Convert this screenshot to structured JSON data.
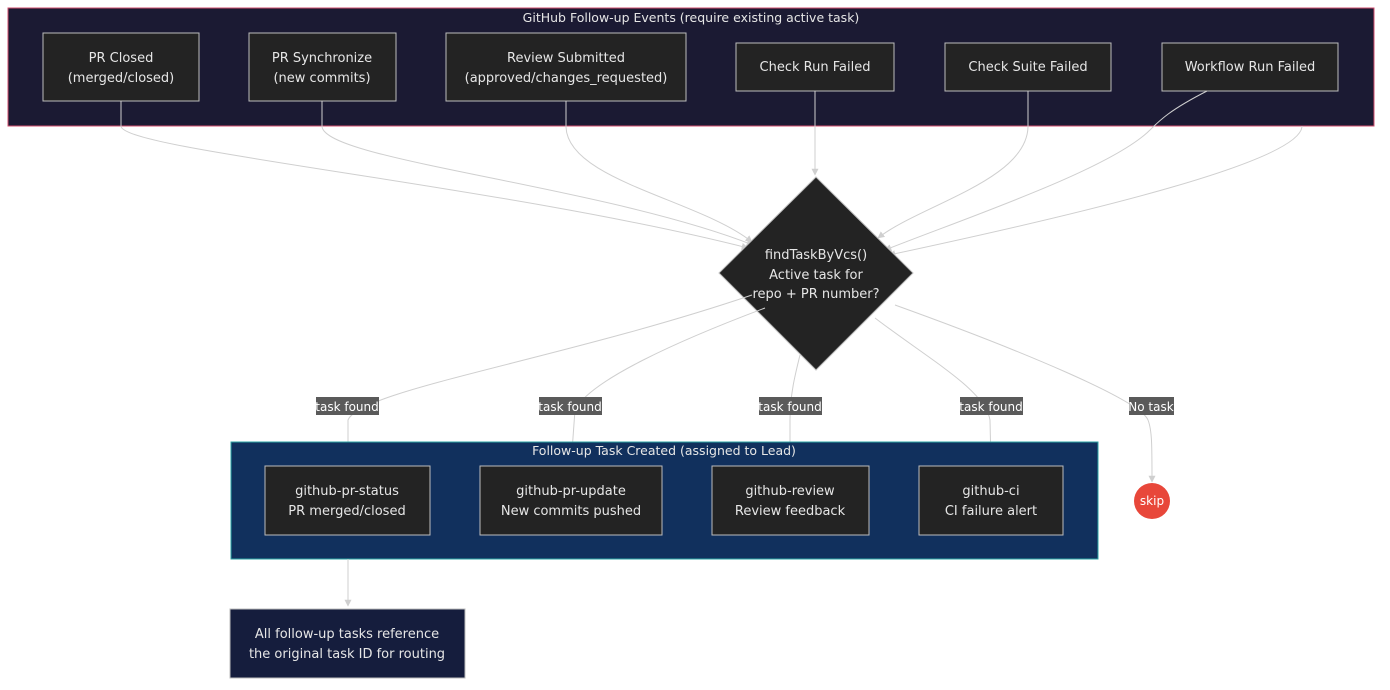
{
  "colors": {
    "events_bg": "#1b1a33",
    "events_border": "#d14d6e",
    "followup_bg": "#11305d",
    "followup_border": "#2aa3a3",
    "node_bg": "#232323",
    "node_border": "#bdbdbd",
    "note_bg": "#151d3d",
    "edge": "#cfcfcf",
    "edge_label_bg": "#5a5a5a",
    "skip_bg": "#e8473a"
  },
  "events_group": {
    "title": "GitHub Follow-up Events (require existing active task)",
    "nodes": [
      {
        "line1": "PR Closed",
        "line2": "(merged/closed)"
      },
      {
        "line1": "PR Synchronize",
        "line2": "(new commits)"
      },
      {
        "line1": "Review Submitted",
        "line2": "(approved/changes_requested)"
      },
      {
        "line1": "Check Run Failed",
        "line2": ""
      },
      {
        "line1": "Check Suite Failed",
        "line2": ""
      },
      {
        "line1": "Workflow Run Failed",
        "line2": ""
      }
    ]
  },
  "decision": {
    "line1": "findTaskByVcs()",
    "line2": "Active task for",
    "line3": "repo + PR number?"
  },
  "edge_labels": {
    "found1": "task found",
    "found2": "task found",
    "found3": "task found",
    "found4": "task found",
    "notask": "No task"
  },
  "followup_group": {
    "title": "Follow-up Task Created (assigned to Lead)",
    "nodes": [
      {
        "line1": "github-pr-status",
        "line2": "PR merged/closed"
      },
      {
        "line1": "github-pr-update",
        "line2": "New commits pushed"
      },
      {
        "line1": "github-review",
        "line2": "Review feedback"
      },
      {
        "line1": "github-ci",
        "line2": "CI failure alert"
      }
    ]
  },
  "skip": {
    "label": "skip"
  },
  "note": {
    "line1": "All follow-up tasks reference",
    "line2": "the original task ID for routing"
  }
}
